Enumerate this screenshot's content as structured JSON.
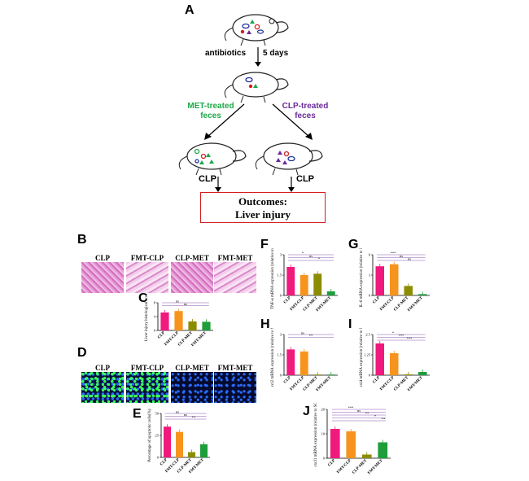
{
  "panel_labels": {
    "A": "A",
    "B": "B",
    "C": "C",
    "D": "D",
    "E": "E",
    "F": "F",
    "G": "G",
    "H": "H",
    "I": "I",
    "J": "J"
  },
  "schematic": {
    "step1": "antibiotics",
    "step1_days": "5 days",
    "left_branch": "MET-treated feces",
    "right_branch": "CLP-treated feces",
    "left_arrow": "CLP",
    "right_arrow": "CLP",
    "outcome_title": "Outcomes:",
    "outcome_sub": "Liver injury",
    "colors": {
      "met": "#1ea84a",
      "clp": "#6a2a9a",
      "outcome_border": "#d21e1e"
    }
  },
  "histology": {
    "groups": [
      "CLP",
      "FMT-CLP",
      "CLP-MET",
      "FMT-MET"
    ]
  },
  "group_colors": [
    "#f0197d",
    "#f7941d",
    "#8c8c00",
    "#1e9e3a"
  ],
  "chart_data": [
    {
      "id": "C",
      "type": "bar",
      "categories": [
        "CLP",
        "FMT-CLP",
        "CLP-MET",
        "FMT-MET"
      ],
      "values": [
        5.2,
        5.6,
        2.6,
        2.5
      ],
      "ylim": [
        0,
        8
      ],
      "ylabel": "Liver injury histological score",
      "sig": [
        "ns",
        "ns"
      ]
    },
    {
      "id": "E",
      "type": "bar",
      "categories": [
        "CLP",
        "FMT-CLP",
        "CLP-MET",
        "FMT-MET"
      ],
      "values": [
        35,
        29,
        6,
        15
      ],
      "ylim": [
        0,
        50
      ],
      "ylabel": "Percentage of apoptotic cells(%)",
      "sig": [
        "ns",
        "ns",
        "**"
      ]
    },
    {
      "id": "F",
      "type": "bar",
      "categories": [
        "CLP",
        "FMT-CLP",
        "CLP-MET",
        "FMT-MET"
      ],
      "values": [
        2.1,
        1.5,
        1.6,
        0.3
      ],
      "ylim": [
        0,
        3
      ],
      "ylabel": "TNF-α mRNA expression (relative to SC)",
      "sig": [
        "*",
        "ns",
        "*"
      ]
    },
    {
      "id": "G",
      "type": "bar",
      "categories": [
        "CLP",
        "FMT-CLP",
        "CLP-MET",
        "FMT-MET"
      ],
      "values": [
        4.3,
        4.6,
        1.4,
        0.2
      ],
      "ylim": [
        0,
        6
      ],
      "ylabel": "IL-6 mRNA expression (relative to SC)",
      "sig": [
        "***",
        "ns",
        "ns"
      ]
    },
    {
      "id": "H",
      "type": "bar",
      "categories": [
        "CLP",
        "FMT-CLP",
        "CLP-MET",
        "FMT-MET"
      ],
      "values": [
        1.9,
        1.75,
        0.05,
        0.05
      ],
      "ylim": [
        0,
        3
      ],
      "ylabel": "ccl2 mRNA expression (relative to SC)",
      "sig": [
        "ns",
        "**"
      ]
    },
    {
      "id": "I",
      "type": "bar",
      "categories": [
        "CLP",
        "FMT-CLP",
        "CLP-MET",
        "FMT-MET"
      ],
      "values": [
        1.95,
        1.35,
        0.05,
        0.2
      ],
      "ylim": [
        0,
        2.5
      ],
      "ylabel": "cxl4 mRNA expression (relative to SC)",
      "sig": [
        "*",
        "***",
        "***"
      ]
    },
    {
      "id": "J",
      "type": "bar",
      "categories": [
        "CLP",
        "FMT-CLP",
        "CLP-MET",
        "FMT-MET"
      ],
      "values": [
        12,
        11,
        1.5,
        6.5
      ],
      "ylim": [
        0,
        20
      ],
      "ylabel": "cxcl1 mRNA expression (relative to SC)",
      "sig": [
        "***",
        "ns",
        "**",
        "*",
        "**"
      ]
    }
  ]
}
